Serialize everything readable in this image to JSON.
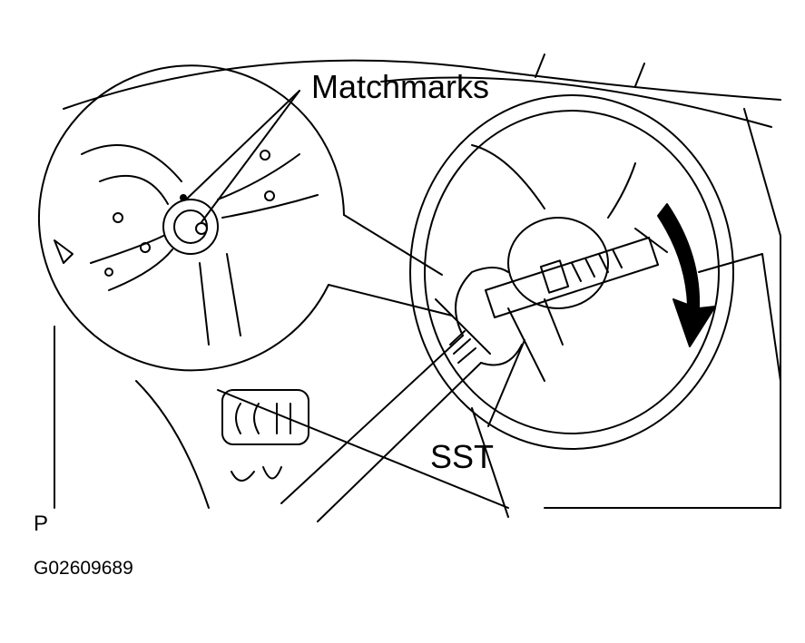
{
  "labels": {
    "matchmarks": "Matchmarks",
    "sst": "SST",
    "view_code": "P",
    "figure_id": "G02609689"
  },
  "colors": {
    "line": "#000000",
    "background": "#ffffff"
  }
}
